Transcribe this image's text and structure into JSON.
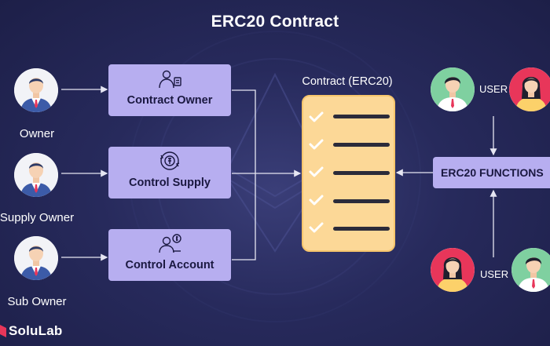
{
  "title": "ERC20 Contract",
  "people": [
    {
      "label": "Owner"
    },
    {
      "label": "Supply Owner"
    },
    {
      "label": "Sub Owner"
    }
  ],
  "roles": [
    {
      "label": "Contract Owner",
      "icon": "admin-person-icon"
    },
    {
      "label": "Control Supply",
      "icon": "supply-cycle-icon"
    },
    {
      "label": "Control Account",
      "icon": "account-coin-icon"
    }
  ],
  "contract": {
    "label": "Contract (ERC20)",
    "items": 5,
    "colors": {
      "paper": "#fcd897",
      "check": "#ffffff",
      "line": "#2b2b3a"
    }
  },
  "functions": {
    "label": "ERC20 FUNCTIONS"
  },
  "users": [
    {
      "label": "USER"
    },
    {
      "label": "USER"
    }
  ],
  "brand": {
    "logo_text": "SoluLab"
  },
  "colors": {
    "background": "#272a5c",
    "box": "#b7aef0",
    "box_text": "#1a1840",
    "accent_green": "#7fd0a0",
    "accent_red": "#e8365a",
    "avatar_suit": "#3c5ba8"
  }
}
